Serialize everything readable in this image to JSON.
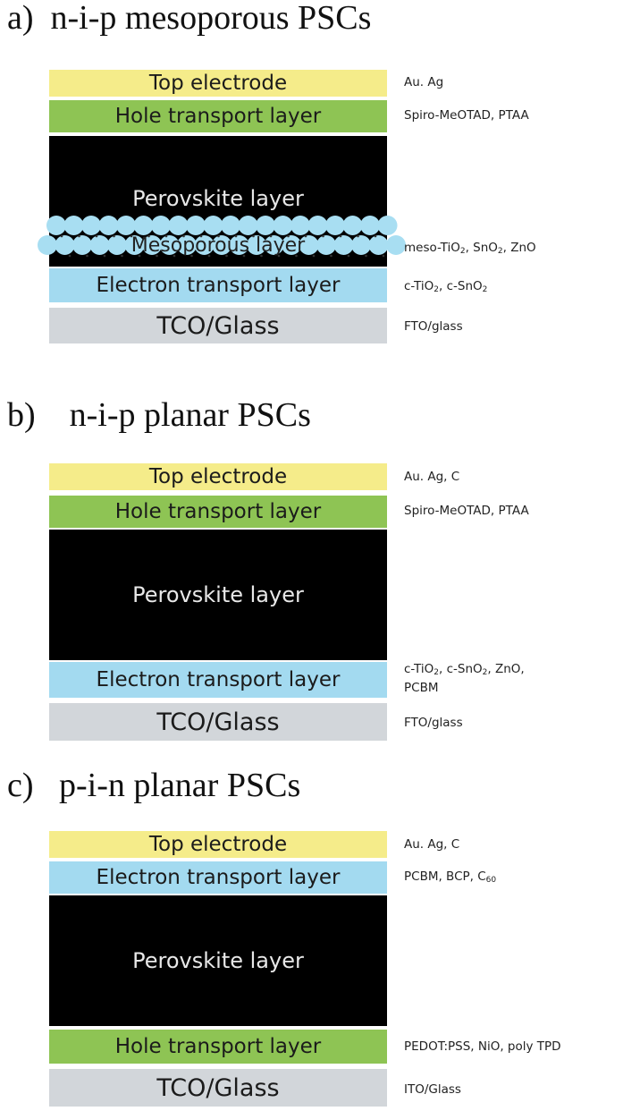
{
  "colors": {
    "electrode": "#f5ec8a",
    "htl": "#8ec454",
    "perovskite": "#000000",
    "etl": "#a3daf0",
    "tco": "#d2d6da",
    "mesoporous_particles": "#a8def2"
  },
  "panels": [
    {
      "title": "a)  n-i-p mesoporous PSCs",
      "layers": {
        "top": "Top electrode",
        "second": "Hole transport layer",
        "perovskite": "Perovskite layer",
        "meso": "Mesoporous layer",
        "fourth": "Electron transport layer",
        "tco": "TCO/Glass"
      },
      "notes": {
        "top": "Au. Ag",
        "second": "Spiro-MeOTAD, PTAA",
        "meso": [
          "meso-TiO",
          "2",
          ", SnO",
          "2",
          ", ZnO"
        ],
        "fourth": [
          "c-TiO",
          "2",
          ", c-SnO",
          "2"
        ],
        "tco": "FTO/glass"
      }
    },
    {
      "title": "b)    n-i-p planar PSCs",
      "layers": {
        "top": "Top electrode",
        "second": "Hole transport layer",
        "perovskite": "Perovskite layer",
        "fourth": "Electron transport layer",
        "tco": "TCO/Glass"
      },
      "notes": {
        "top": "Au. Ag, C",
        "second": "Spiro-MeOTAD, PTAA",
        "fourth": [
          "c-TiO",
          "2",
          ", c-SnO",
          "2",
          ", ZnO,"
        ],
        "fourth_line2": "PCBM",
        "tco": "FTO/glass"
      }
    },
    {
      "title": "c)   p-i-n planar PSCs",
      "layers": {
        "top": "Top electrode",
        "second": "Electron transport layer",
        "perovskite": "Perovskite layer",
        "fourth": "Hole transport layer",
        "tco": "TCO/Glass"
      },
      "notes": {
        "top": "Au. Ag, C",
        "second": [
          "PCBM, BCP, C",
          "60"
        ],
        "fourth": "PEDOT:PSS, NiO, poly TPD",
        "tco": "ITO/Glass"
      }
    }
  ]
}
